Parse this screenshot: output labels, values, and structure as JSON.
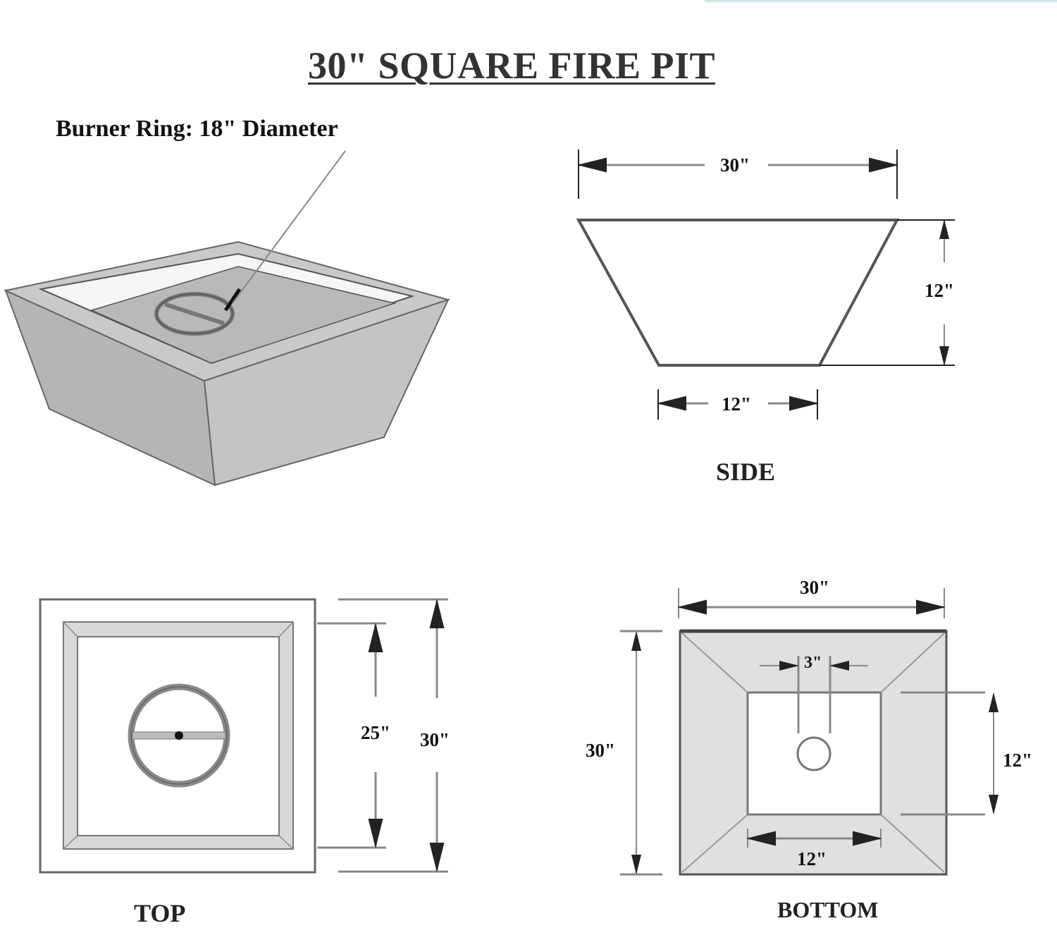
{
  "title": "30\" SQUARE FIRE PIT",
  "perspective_view": {
    "callout": "Burner Ring: 18\" Diameter"
  },
  "side_view": {
    "label": "SIDE",
    "dimensions": {
      "top_width": "30\"",
      "height": "12\"",
      "bottom_width": "12\""
    }
  },
  "top_view": {
    "label": "TOP",
    "dimensions": {
      "inner_opening": "25\"",
      "outer": "30\""
    }
  },
  "bottom_view": {
    "label": "BOTTOM",
    "dimensions": {
      "width": "30\"",
      "height": "30\"",
      "gas_hole": "3\"",
      "base_height": "12\"",
      "base_width": "12\""
    }
  },
  "colors": {
    "line": "#555555",
    "fill_light": "#e0e0e0",
    "fill_mid": "#b8b8b8",
    "accent_bar": "#cfe9ea"
  }
}
